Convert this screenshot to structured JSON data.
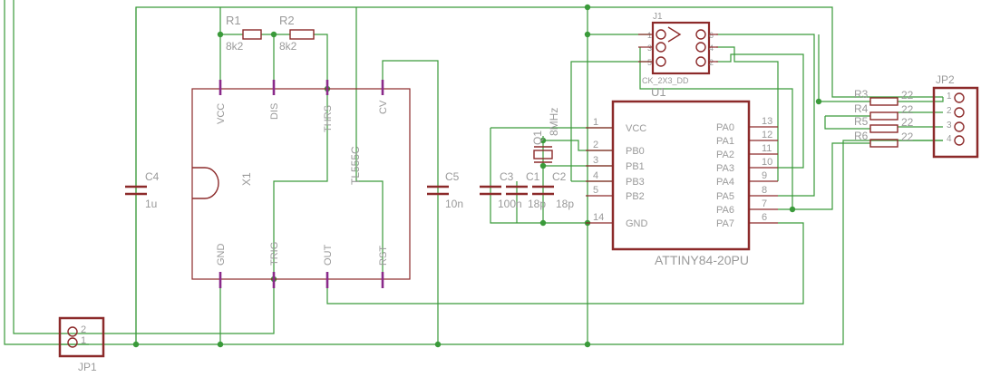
{
  "colors": {
    "background": "#ffffff",
    "wire": "#3a9a3a",
    "part_outline": "#8c2a2a",
    "pin_stub": "#8a2a8a",
    "label_text": "#9a9a9a"
  },
  "timer": {
    "name": "X1",
    "value": "TL555C",
    "pins": {
      "vcc": "VCC",
      "dis": "DIS",
      "thrs": "THRS",
      "cv": "CV",
      "gnd": "GND",
      "trig": "TRIG",
      "out": "OUT",
      "rst": "RST"
    }
  },
  "resistors": {
    "r1": {
      "name": "R1",
      "value": "8k2"
    },
    "r2": {
      "name": "R2",
      "value": "8k2"
    },
    "r3": {
      "name": "R3",
      "value": "22"
    },
    "r4": {
      "name": "R4",
      "value": "22"
    },
    "r5": {
      "name": "R5",
      "value": "22"
    },
    "r6": {
      "name": "R6",
      "value": "22"
    }
  },
  "capacitors": {
    "c4": {
      "name": "C4",
      "value": "1u"
    },
    "c5": {
      "name": "C5",
      "value": "10n"
    },
    "c3": {
      "name": "C3",
      "value": "100n"
    },
    "c1": {
      "name": "C1",
      "value": "18p"
    },
    "c2": {
      "name": "C2",
      "value": "18p"
    }
  },
  "crystal": {
    "name": "Q1",
    "value": "8MHz"
  },
  "mcu": {
    "name": "U1",
    "value": "ATTINY84-20PU",
    "left_pins": [
      {
        "num": "1",
        "label": "VCC"
      },
      {
        "num": "2",
        "label": "PB0"
      },
      {
        "num": "3",
        "label": "PB1"
      },
      {
        "num": "4",
        "label": "PB3"
      },
      {
        "num": "5",
        "label": "PB2"
      },
      {
        "num": "14",
        "label": "GND"
      }
    ],
    "right_pins": [
      {
        "num": "13",
        "label": "PA0"
      },
      {
        "num": "12",
        "label": "PA1"
      },
      {
        "num": "11",
        "label": "PA2"
      },
      {
        "num": "10",
        "label": "PA3"
      },
      {
        "num": "9",
        "label": "PA4"
      },
      {
        "num": "8",
        "label": "PA5"
      },
      {
        "num": "7",
        "label": "PA6"
      },
      {
        "num": "6",
        "label": "PA7"
      }
    ]
  },
  "isp_header": {
    "name": "J1",
    "value": "CK_2X3_DD",
    "left_pins": [
      "1",
      "3",
      "5"
    ],
    "right_pins": [
      "2",
      "4",
      "6"
    ]
  },
  "jp1": {
    "name": "JP1",
    "pins": [
      "2",
      "1"
    ]
  },
  "jp2": {
    "name": "JP2",
    "pins": [
      "1",
      "2",
      "3",
      "4"
    ]
  }
}
